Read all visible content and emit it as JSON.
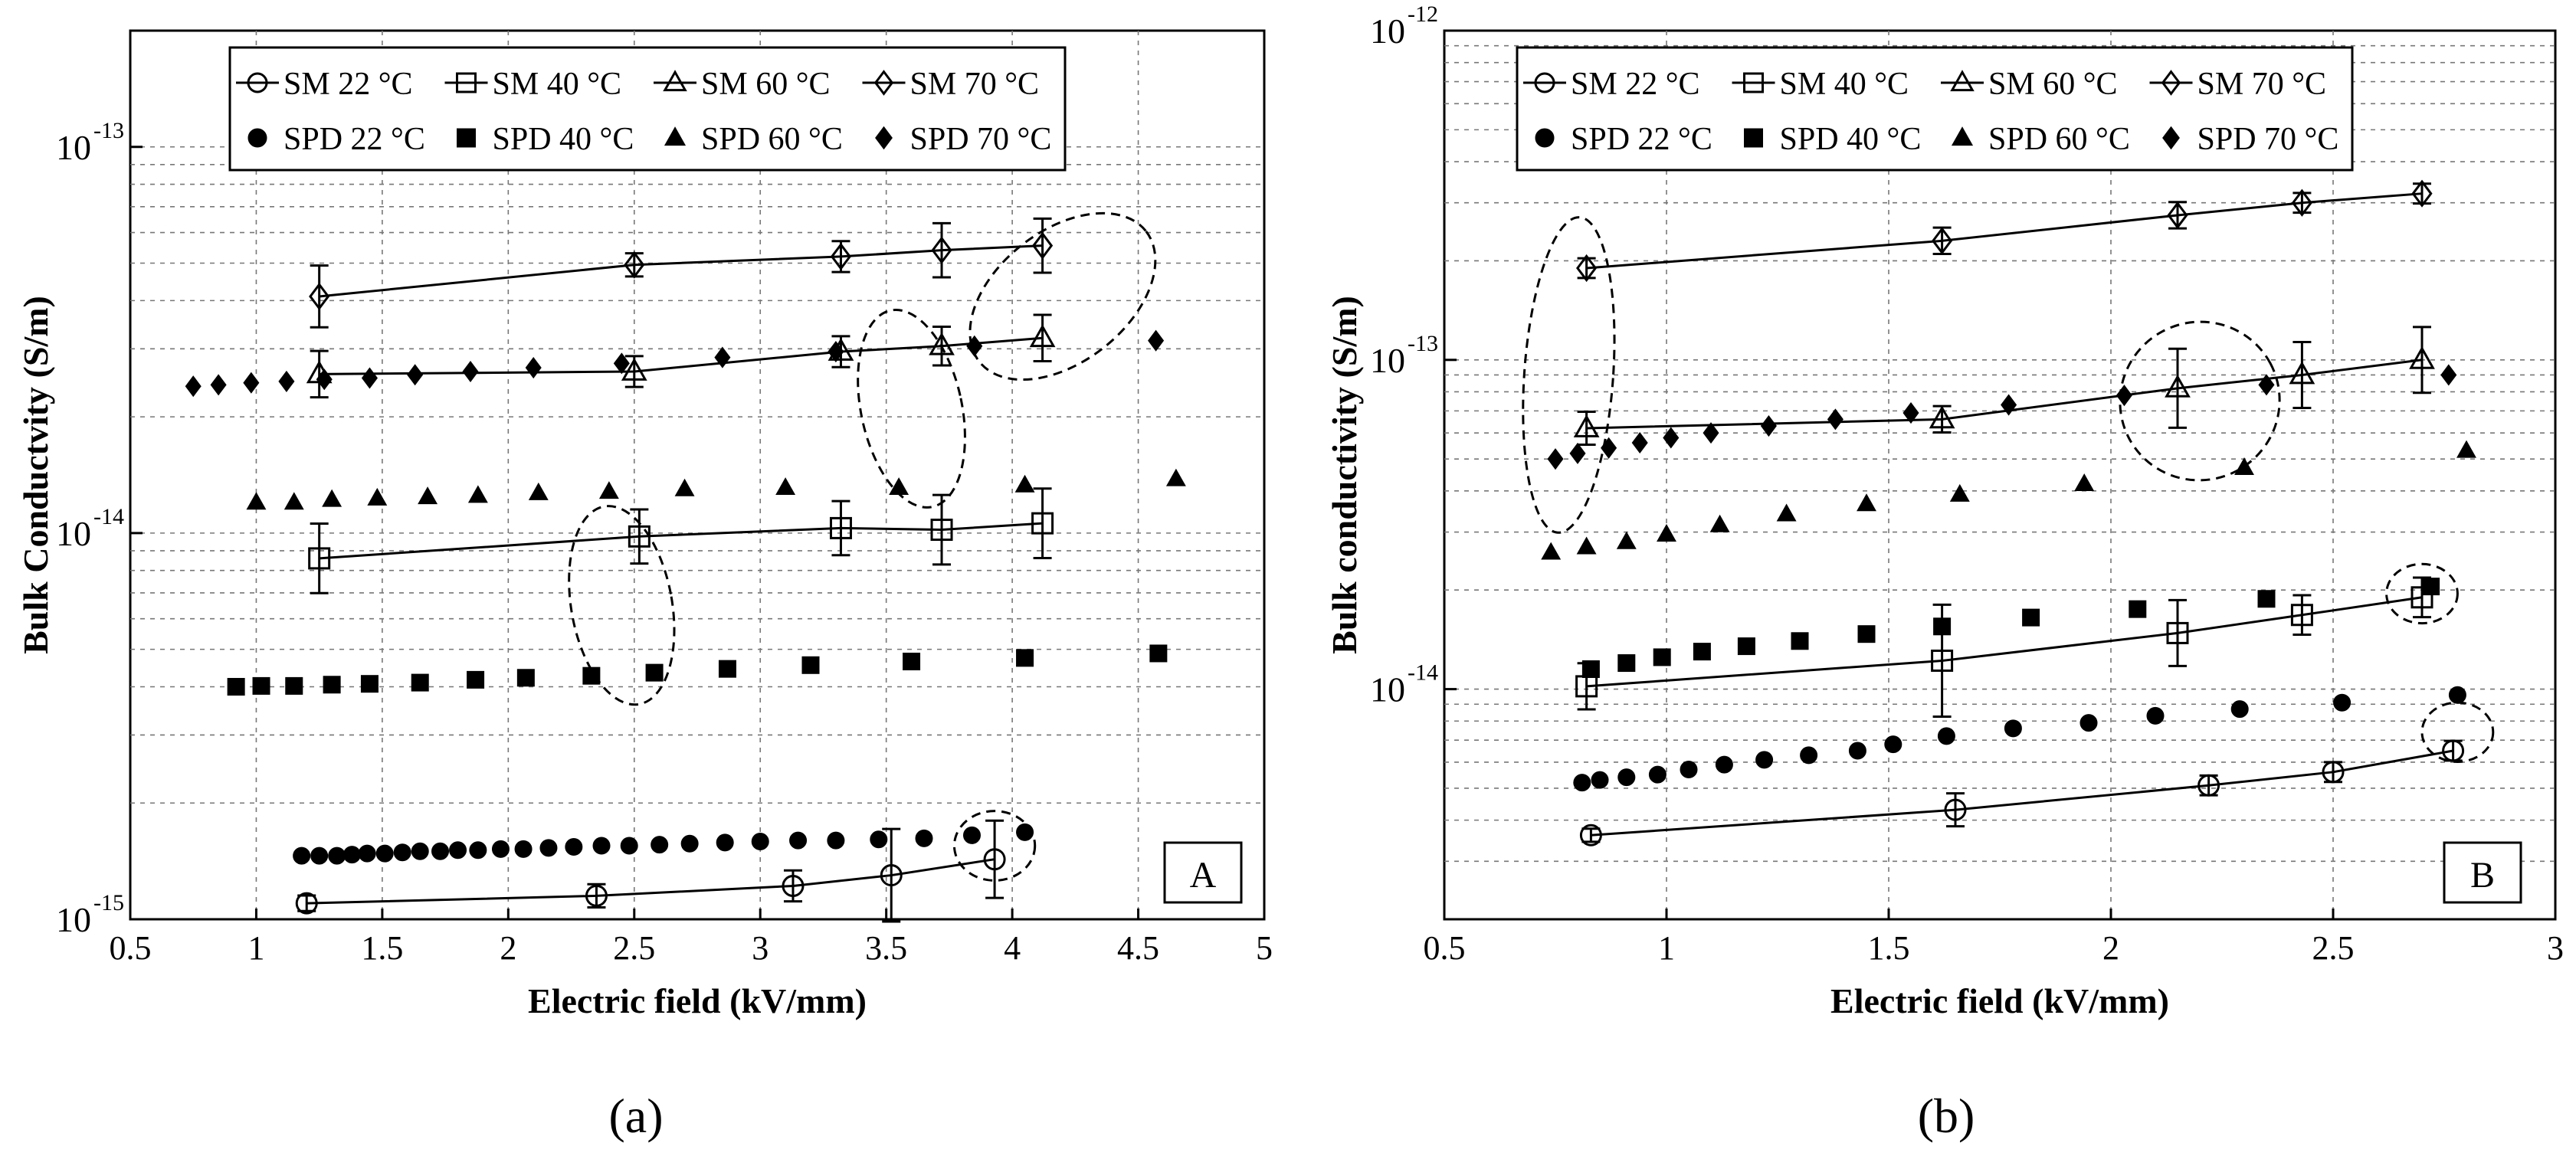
{
  "captions": {
    "a": "(a)",
    "b": "(b)"
  },
  "chart_data": [
    {
      "type": "scatter",
      "panel_letter": "A",
      "xlabel": "Electric field (kV/mm)",
      "ylabel": "Bulk Conductvity (S/m)",
      "xlim": [
        0.5,
        5
      ],
      "ylim": [
        1e-15,
        2e-13
      ],
      "y_scale": "log",
      "x_ticks": [
        "0.5",
        "1",
        "1.5",
        "2",
        "2.5",
        "3",
        "3.5",
        "4",
        "4.5",
        "5"
      ],
      "y_tick_labels": [
        {
          "value": 1e-15,
          "mantissa": "10",
          "exp": "-15"
        },
        {
          "value": 1e-14,
          "mantissa": "10",
          "exp": "-14"
        },
        {
          "value": 1e-13,
          "mantissa": "10",
          "exp": "-13"
        }
      ],
      "grid": true,
      "legend_placement": "top",
      "legend_rows": [
        [
          "SM 22 °C",
          "SM 40 °C",
          "SM 60 °C",
          "SM 70 °C"
        ],
        [
          "SPD 22 °C",
          "SPD 40 °C",
          "SPD 60 °C",
          "SPD 70 °C"
        ]
      ],
      "series": [
        {
          "name": "SM 22 °C",
          "marker": "circle-open",
          "line": true,
          "x": [
            1.2,
            2.35,
            3.13,
            3.52,
            3.93
          ],
          "y": [
            1.1e-15,
            1.15e-15,
            1.22e-15,
            1.3e-15,
            1.43e-15
          ],
          "err": [
            0.02,
            0.03,
            0.04,
            0.12,
            0.1
          ]
        },
        {
          "name": "SM 40 °C",
          "marker": "square-open",
          "line": true,
          "x": [
            1.25,
            2.52,
            3.32,
            3.72,
            4.12
          ],
          "y": [
            8.6e-15,
            9.8e-15,
            1.03e-14,
            1.02e-14,
            1.06e-14
          ],
          "err": [
            0.09,
            0.07,
            0.07,
            0.09,
            0.09
          ]
        },
        {
          "name": "SM 60 °C",
          "marker": "triangle-open",
          "line": true,
          "x": [
            1.25,
            2.5,
            3.32,
            3.72,
            4.12
          ],
          "y": [
            2.58e-14,
            2.62e-14,
            2.95e-14,
            3.05e-14,
            3.2e-14
          ],
          "err": [
            0.06,
            0.04,
            0.04,
            0.05,
            0.06
          ]
        },
        {
          "name": "SM 70 °C",
          "marker": "diamond-open",
          "line": true,
          "x": [
            1.25,
            2.5,
            3.32,
            3.72,
            4.12
          ],
          "y": [
            4.1e-14,
            4.95e-14,
            5.2e-14,
            5.4e-14,
            5.55e-14
          ],
          "err": [
            0.08,
            0.03,
            0.04,
            0.07,
            0.07
          ]
        },
        {
          "name": "SPD 22 °C",
          "marker": "circle-filled",
          "line": false,
          "x": [
            1.18,
            1.25,
            1.32,
            1.38,
            1.44,
            1.51,
            1.58,
            1.65,
            1.73,
            1.8,
            1.88,
            1.97,
            2.06,
            2.16,
            2.26,
            2.37,
            2.48,
            2.6,
            2.72,
            2.86,
            3.0,
            3.15,
            3.3,
            3.47,
            3.65,
            3.84,
            4.05
          ],
          "y": [
            1.46e-15,
            1.46e-15,
            1.46e-15,
            1.47e-15,
            1.48e-15,
            1.48e-15,
            1.49e-15,
            1.5e-15,
            1.5e-15,
            1.51e-15,
            1.51e-15,
            1.52e-15,
            1.52e-15,
            1.53e-15,
            1.54e-15,
            1.55e-15,
            1.55e-15,
            1.56e-15,
            1.57e-15,
            1.58e-15,
            1.59e-15,
            1.6e-15,
            1.6e-15,
            1.61e-15,
            1.62e-15,
            1.65e-15,
            1.68e-15
          ]
        },
        {
          "name": "SPD 40 °C",
          "marker": "square-filled",
          "line": false,
          "x": [
            0.92,
            1.02,
            1.15,
            1.3,
            1.45,
            1.65,
            1.87,
            2.07,
            2.33,
            2.58,
            2.87,
            3.2,
            3.6,
            4.05,
            4.58
          ],
          "y": [
            4e-15,
            4.02e-15,
            4.02e-15,
            4.05e-15,
            4.07e-15,
            4.1e-15,
            4.17e-15,
            4.22e-15,
            4.27e-15,
            4.35e-15,
            4.45e-15,
            4.55e-15,
            4.65e-15,
            4.75e-15,
            4.88e-15
          ]
        },
        {
          "name": "SPD 60 °C",
          "marker": "triangle-filled",
          "line": false,
          "x": [
            1.0,
            1.15,
            1.3,
            1.48,
            1.68,
            1.88,
            2.12,
            2.4,
            2.7,
            3.1,
            3.55,
            4.05,
            4.65
          ],
          "y": [
            1.2e-14,
            1.2e-14,
            1.22e-14,
            1.23e-14,
            1.24e-14,
            1.25e-14,
            1.27e-14,
            1.28e-14,
            1.3e-14,
            1.31e-14,
            1.31e-14,
            1.33e-14,
            1.38e-14
          ]
        },
        {
          "name": "SPD 70 °C",
          "marker": "diamond-filled",
          "line": false,
          "x": [
            0.75,
            0.85,
            0.98,
            1.12,
            1.27,
            1.45,
            1.63,
            1.85,
            2.1,
            2.45,
            2.85,
            3.3,
            3.85,
            4.57
          ],
          "y": [
            2.4e-14,
            2.42e-14,
            2.45e-14,
            2.47e-14,
            2.5e-14,
            2.52e-14,
            2.57e-14,
            2.62e-14,
            2.68e-14,
            2.75e-14,
            2.85e-14,
            2.95e-14,
            3.05e-14,
            3.15e-14
          ]
        }
      ],
      "ellipses": [
        {
          "cx": 4.2,
          "cy": 4.1e-14,
          "rx": 0.42,
          "ry_dec": 0.17,
          "angle": -38
        },
        {
          "cx": 3.6,
          "cy": 2.1e-14,
          "rx": 0.2,
          "ry_dec": 0.26,
          "angle": -12
        },
        {
          "cx": 2.45,
          "cy": 6.5e-15,
          "rx": 0.2,
          "ry_dec": 0.26,
          "angle": -10
        },
        {
          "cx": 3.93,
          "cy": 1.55e-15,
          "rx": 0.16,
          "ry_dec": 0.09,
          "angle": 0
        }
      ]
    },
    {
      "type": "scatter",
      "panel_letter": "B",
      "xlabel": "Electric field (kV/mm)",
      "ylabel": "Bulk conductivity (S/m)",
      "xlim": [
        0.5,
        3
      ],
      "ylim": [
        2e-15,
        1e-12
      ],
      "y_scale": "log",
      "x_ticks": [
        "0.5",
        "1",
        "1.5",
        "2",
        "2.5",
        "3"
      ],
      "y_tick_labels": [
        {
          "value": 1e-14,
          "mantissa": "10",
          "exp": "-14"
        },
        {
          "value": 1e-13,
          "mantissa": "10",
          "exp": "-13"
        },
        {
          "value": 1e-12,
          "mantissa": "10",
          "exp": "-12"
        }
      ],
      "grid": true,
      "legend_placement": "top",
      "legend_rows": [
        [
          "SM 22 °C",
          "SM 40 °C",
          "SM 60 °C",
          "SM 70 °C"
        ],
        [
          "SPD 22 °C",
          "SPD 40 °C",
          "SPD 60 °C",
          "SPD 70 °C"
        ]
      ],
      "series": [
        {
          "name": "SM 22 °C",
          "marker": "circle-open",
          "line": true,
          "x": [
            0.83,
            1.65,
            2.22,
            2.5,
            2.77
          ],
          "y": [
            3.6e-15,
            4.3e-15,
            5.1e-15,
            5.6e-15,
            6.5e-15
          ],
          "err": [
            0.02,
            0.05,
            0.03,
            0.03,
            0.03
          ]
        },
        {
          "name": "SM 40 °C",
          "marker": "square-open",
          "line": true,
          "x": [
            0.82,
            1.62,
            2.15,
            2.43,
            2.7
          ],
          "y": [
            1.02e-14,
            1.22e-14,
            1.48e-14,
            1.68e-14,
            1.9e-14
          ],
          "err": [
            0.07,
            0.17,
            0.1,
            0.06,
            0.06
          ]
        },
        {
          "name": "SM 60 °C",
          "marker": "triangle-open",
          "line": true,
          "x": [
            0.82,
            1.62,
            2.15,
            2.43,
            2.7
          ],
          "y": [
            6.2e-14,
            6.6e-14,
            8.2e-14,
            9e-14,
            1e-13
          ],
          "err": [
            0.05,
            0.04,
            0.12,
            0.1,
            0.1
          ]
        },
        {
          "name": "SM 70 °C",
          "marker": "diamond-open",
          "line": true,
          "x": [
            0.82,
            1.62,
            2.15,
            2.43,
            2.7
          ],
          "y": [
            1.9e-13,
            2.3e-13,
            2.75e-13,
            3e-13,
            3.2e-13
          ],
          "err": [
            0.03,
            0.04,
            0.04,
            0.03,
            0.03
          ]
        },
        {
          "name": "SPD 22 °C",
          "marker": "circle-filled",
          "line": false,
          "x": [
            0.81,
            0.85,
            0.91,
            0.98,
            1.05,
            1.13,
            1.22,
            1.32,
            1.43,
            1.51,
            1.63,
            1.78,
            1.95,
            2.1,
            2.29,
            2.52,
            2.78
          ],
          "y": [
            5.2e-15,
            5.3e-15,
            5.4e-15,
            5.5e-15,
            5.7e-15,
            5.9e-15,
            6.1e-15,
            6.3e-15,
            6.5e-15,
            6.8e-15,
            7.2e-15,
            7.6e-15,
            7.9e-15,
            8.3e-15,
            8.7e-15,
            9.1e-15,
            9.6e-15
          ]
        },
        {
          "name": "SPD 40 °C",
          "marker": "square-filled",
          "line": false,
          "x": [
            0.83,
            0.91,
            0.99,
            1.08,
            1.18,
            1.3,
            1.45,
            1.62,
            1.82,
            2.06,
            2.35,
            2.72
          ],
          "y": [
            1.15e-14,
            1.2e-14,
            1.25e-14,
            1.3e-14,
            1.35e-14,
            1.4e-14,
            1.47e-14,
            1.55e-14,
            1.65e-14,
            1.75e-14,
            1.88e-14,
            2.05e-14
          ]
        },
        {
          "name": "SPD 60 °C",
          "marker": "triangle-filled",
          "line": false,
          "x": [
            0.74,
            0.82,
            0.91,
            1.0,
            1.12,
            1.27,
            1.45,
            1.66,
            1.94,
            2.3,
            2.8
          ],
          "y": [
            2.6e-14,
            2.7e-14,
            2.8e-14,
            2.95e-14,
            3.15e-14,
            3.4e-14,
            3.65e-14,
            3.9e-14,
            4.2e-14,
            4.7e-14,
            5.3e-14
          ]
        },
        {
          "name": "SPD 70 °C",
          "marker": "diamond-filled",
          "line": false,
          "x": [
            0.75,
            0.8,
            0.87,
            0.94,
            1.01,
            1.1,
            1.23,
            1.38,
            1.55,
            1.77,
            2.03,
            2.35,
            2.76
          ],
          "y": [
            5e-14,
            5.2e-14,
            5.4e-14,
            5.6e-14,
            5.8e-14,
            6e-14,
            6.3e-14,
            6.6e-14,
            6.9e-14,
            7.3e-14,
            7.8e-14,
            8.4e-14,
            9e-14
          ]
        }
      ],
      "ellipses": [
        {
          "cx": 0.78,
          "cy": 9e-14,
          "rx": 0.1,
          "ry_dec": 0.48,
          "angle": 4
        },
        {
          "cx": 2.2,
          "cy": 7.5e-14,
          "rx": 0.18,
          "ry_dec": 0.24,
          "angle": -28
        },
        {
          "cx": 2.7,
          "cy": 1.95e-14,
          "rx": 0.08,
          "ry_dec": 0.09,
          "angle": 0
        },
        {
          "cx": 2.78,
          "cy": 7.4e-15,
          "rx": 0.08,
          "ry_dec": 0.09,
          "angle": 0
        }
      ]
    }
  ]
}
